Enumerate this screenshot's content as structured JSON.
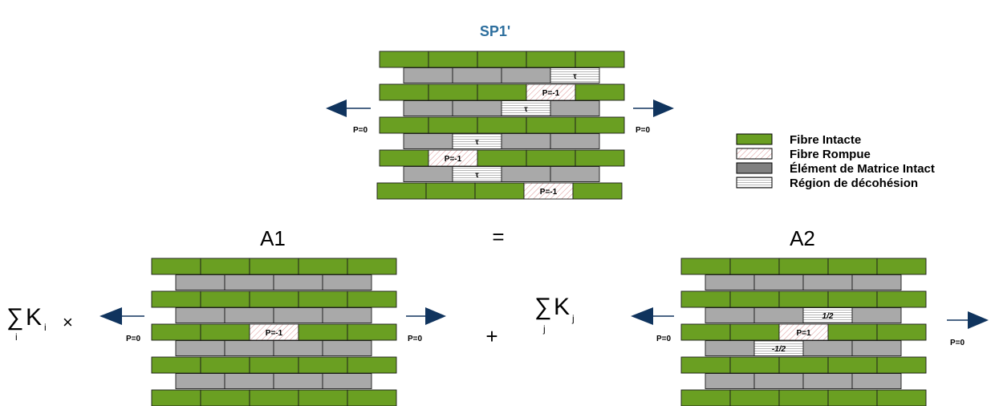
{
  "colors": {
    "fiber": "#6a9f22",
    "matrix": "#a9a9a9",
    "arrow": "#10345e",
    "title": "#2e6f9e"
  },
  "titles": {
    "sp1": "SP1'",
    "a1": "A1",
    "a2": "A2",
    "equals": "=",
    "plus": "+"
  },
  "labels": {
    "p_zero": "P=0",
    "p_minus_one": "P=-1",
    "p_one": "P=1",
    "tau": "τ",
    "half": "1/2",
    "minus_half": "-1/2"
  },
  "formula": {
    "sum": "∑",
    "K": "K",
    "i": "i",
    "j": "j",
    "times": "×"
  },
  "legend": [
    {
      "type": "fiber-intact",
      "label": "Fibre Intacte"
    },
    {
      "type": "fiber-broken",
      "label": "Fibre Rompue"
    },
    {
      "type": "matrix-intact",
      "label": "Élément de Matrice Intact"
    },
    {
      "type": "debond",
      "label": "Région de décohésion"
    }
  ],
  "diagrams": {
    "sp1": {
      "special": [
        {
          "row": 1,
          "col": 3,
          "kind": "debond",
          "text": "tau"
        },
        {
          "row": 2,
          "col": 3,
          "kind": "broken",
          "text": "p_minus_one"
        },
        {
          "row": 3,
          "col": 2,
          "kind": "debond",
          "text": "tau"
        },
        {
          "row": 5,
          "col": 1,
          "kind": "debond",
          "text": "tau"
        },
        {
          "row": 6,
          "col": 1,
          "kind": "broken",
          "text": "p_minus_one"
        },
        {
          "row": 7,
          "col": 1,
          "kind": "debond",
          "text": "tau"
        },
        {
          "row": 8,
          "col": 3,
          "kind": "broken",
          "text": "p_minus_one"
        }
      ]
    },
    "a1": {
      "special": [
        {
          "row": 4,
          "col": 2,
          "kind": "broken",
          "text": "p_minus_one"
        }
      ]
    },
    "a2": {
      "special": [
        {
          "row": 3,
          "col": 2,
          "kind": "debond",
          "text": "half"
        },
        {
          "row": 4,
          "col": 2,
          "kind": "broken",
          "text": "p_one"
        },
        {
          "row": 5,
          "col": 1,
          "kind": "debond",
          "text": "minus_half"
        }
      ]
    }
  }
}
